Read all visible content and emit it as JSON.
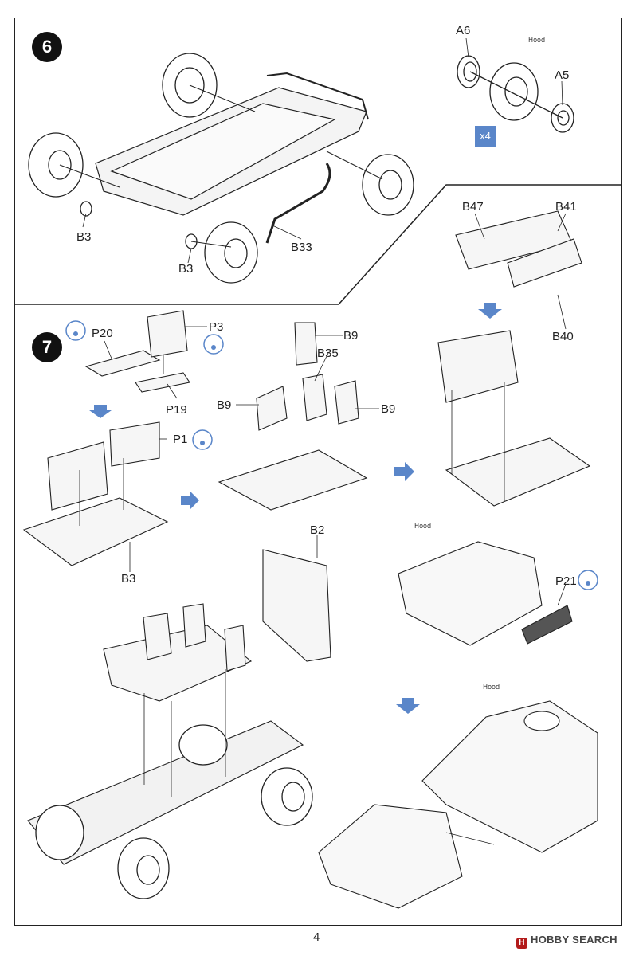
{
  "page_number": "4",
  "watermark": "HOBBY SEARCH",
  "watermark_logo": "H",
  "steps": [
    {
      "number": "6"
    },
    {
      "number": "7"
    }
  ],
  "step6": {
    "labels": {
      "a6": "A6",
      "a5": "A5",
      "b3_left": "B3",
      "b3_bottom": "B3",
      "b33": "B33",
      "hood": "Hood"
    },
    "multiplier": "x4"
  },
  "step7": {
    "labels": {
      "p20": "P20",
      "p3": "P3",
      "p19": "P19",
      "p1": "P1",
      "b3": "B3",
      "b9_top": "B9",
      "b35": "B35",
      "b9_left": "B9",
      "b9_right": "B9",
      "b47": "B47",
      "b41": "B41",
      "b40": "B40",
      "b2": "B2",
      "p21": "P21",
      "hood_1": "Hood",
      "hood_2": "Hood"
    }
  },
  "colors": {
    "accent": "#5a86c9",
    "line": "#222222"
  }
}
